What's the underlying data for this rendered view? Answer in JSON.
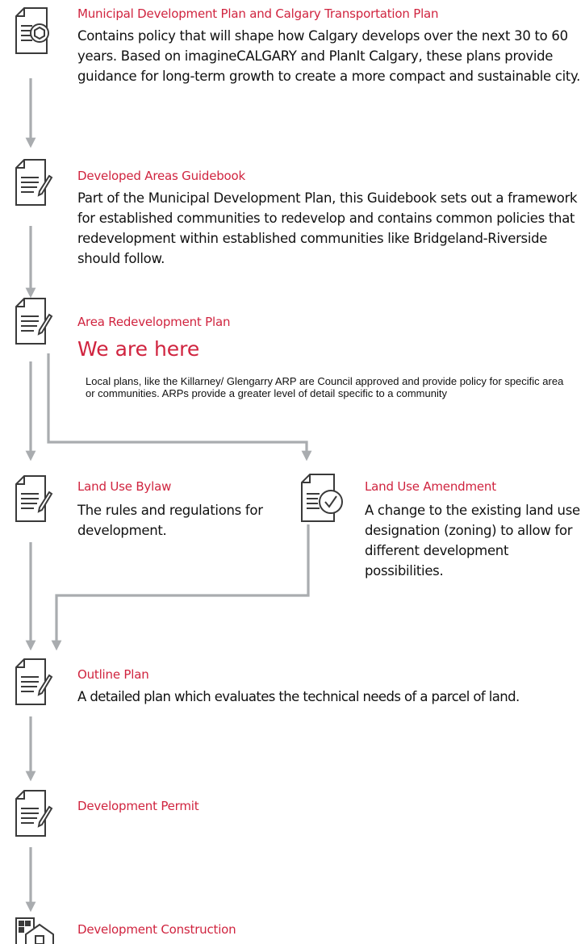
{
  "steps": [
    {
      "title": "Municipal Development Plan and Calgary Transportation Plan",
      "body": "Contains policy that will shape how Calgary develops over the next 30 to 60 years. Based on imagineCALGARY and PlanIt Calgary, these plans provide guidance for long-term growth to create a more compact and sustainable city.",
      "icon": "document-gear-icon"
    },
    {
      "title": "Developed Areas Guidebook",
      "body": "Part of the Municipal Development Plan, this Guidebook sets out a framework for established communities to redevelop and contains common policies that redevelopment within established communities like Bridgeland-Riverside should follow.",
      "icon": "document-pen-icon"
    },
    {
      "title": "Area Redevelopment Plan",
      "marker": "We are here",
      "note": "Local plans, like the Killarney/ Glengarry ARP are Council approved and provide policy for specific area or communities. ARPs provide a greater level of detail specific to a community",
      "icon": "document-pen-icon"
    },
    {
      "title": "Land Use Bylaw",
      "body": "The rules and regulations for development.",
      "icon": "document-pen-icon"
    },
    {
      "title": "Land Use Amendment",
      "body": "A change to the existing land use designation (zoning) to allow for different development possibilities.",
      "icon": "document-check-icon"
    },
    {
      "title": "Outline Plan",
      "body": "A detailed plan which evaluates the technical needs of a parcel of land.",
      "icon": "document-pen-icon"
    },
    {
      "title": "Development Permit",
      "icon": "document-pen-icon"
    },
    {
      "title": "Development Construction",
      "icon": "building-icon"
    }
  ],
  "colors": {
    "title": "#d0243f",
    "connector": "#a9acaf",
    "icon": "#3a3a3a"
  }
}
